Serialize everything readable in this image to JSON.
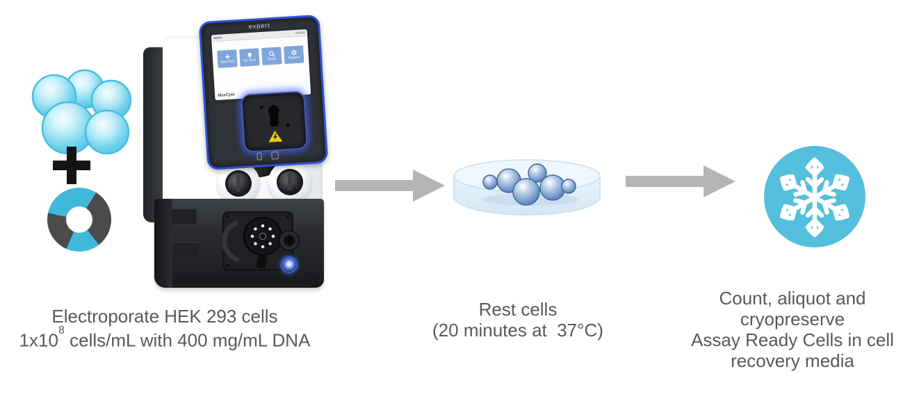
{
  "steps": [
    {
      "id": "electroporate",
      "caption_line1": "Electroporate HEK 293 cells",
      "caption_line2_base": "1x10",
      "caption_line2_exponent": "8",
      "caption_line2_rest": " cells/mL with 400 mg/mL DNA"
    },
    {
      "id": "rest",
      "caption_line1": "Rest cells",
      "caption_line2": "(20 minutes at  37°C)"
    },
    {
      "id": "cryopreserve",
      "caption_line1": "Count, aliquot and cryopreserve",
      "caption_line2": "Assay Ready Cells in cell recovery media"
    }
  ],
  "device": {
    "bezel_brand": "expert",
    "screen": {
      "logo": "MaxCyte",
      "buttons": [
        {
          "label": "New Run",
          "icon": "plus-icon"
        },
        {
          "label": "QC Run",
          "icon": "pin-icon"
        },
        {
          "label": "Runs",
          "icon": "search-icon"
        },
        {
          "label": "System",
          "icon": "gear-icon"
        }
      ]
    }
  },
  "icons": {
    "cells_cluster": "cyan-cells-cluster-icon",
    "plus": "plus-icon",
    "plasmid": "plasmid-dna-donut-icon",
    "petri_dish": "petri-dish-with-cells-icon",
    "arrow": "right-arrow-icon",
    "snowflake": "snowflake-cryopreserve-icon"
  },
  "colors": {
    "accent_cyan": "#54bfdc",
    "cell_fill": "#5fc9e8",
    "plasmid_gray": "#4b4b4e",
    "arrow_gray": "#b4b4b4",
    "caption_text": "#58595b",
    "device_trim_blue": "#2d52d4",
    "screen_button_blue": "#7fa6d8",
    "warning_yellow": "#f2cf1d",
    "petri_sphere_blue": "#6d93c5"
  }
}
